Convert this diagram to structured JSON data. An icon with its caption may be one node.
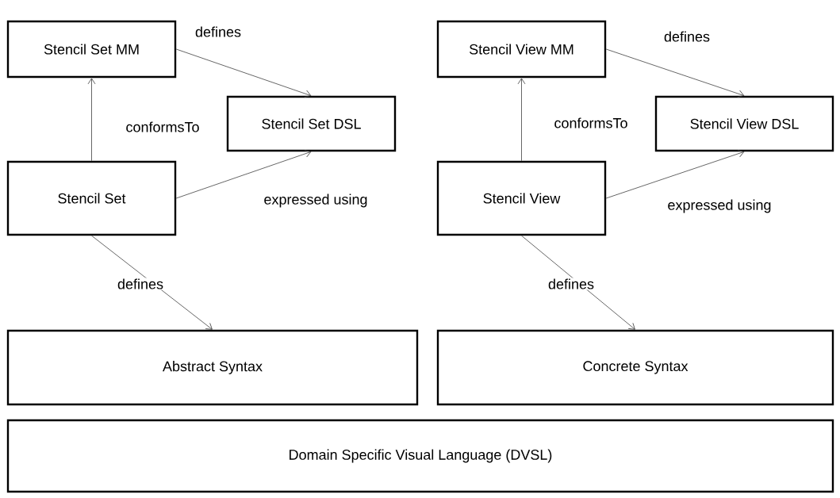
{
  "diagram": {
    "nodes": [
      {
        "text": [
          "Stencil Set MM"
        ]
      },
      {
        "text": [
          "Stencil Set DSL"
        ]
      },
      {
        "text": [
          "Stencil Set"
        ]
      },
      {
        "text": [
          "Abstract Syntax"
        ]
      },
      {
        "text": [
          "Stencil View MM"
        ]
      },
      {
        "text": [
          "Stencil View DSL"
        ]
      },
      {
        "text": [
          "Stencil View"
        ]
      },
      {
        "text": [
          "Concrete Syntax"
        ]
      },
      {
        "text": [
          "Domain Specific Visual Language (DVSL)"
        ]
      }
    ],
    "edges": [
      {
        "from": 0,
        "to": 1,
        "arrow": "to",
        "label": "defines"
      },
      {
        "from": 2,
        "to": 0,
        "arrow": "to",
        "label": "conformsTo"
      },
      {
        "from": 2,
        "to": 1,
        "arrow": "to",
        "label": "expressed using"
      },
      {
        "from": 2,
        "to": 3,
        "arrow": "to",
        "label": "defines"
      },
      {
        "from": 4,
        "to": 5,
        "arrow": "to",
        "label": "defines"
      },
      {
        "from": 6,
        "to": 4,
        "arrow": "to",
        "label": "conformsTo"
      },
      {
        "from": 6,
        "to": 5,
        "arrow": "to",
        "label": "expressed using"
      },
      {
        "from": 6,
        "to": 7,
        "arrow": "to",
        "label": "defines"
      }
    ]
  }
}
